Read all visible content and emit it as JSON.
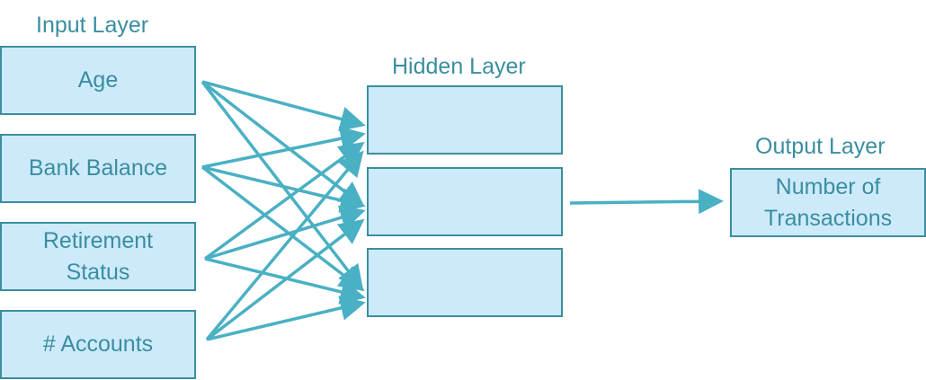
{
  "input_layer": {
    "title": "Input Layer",
    "nodes": [
      {
        "label": [
          "Age"
        ]
      },
      {
        "label": [
          "Bank Balance"
        ]
      },
      {
        "label": [
          "Retirement",
          "Status"
        ]
      },
      {
        "label": [
          "# Accounts"
        ]
      }
    ]
  },
  "hidden_layer": {
    "title": "Hidden Layer",
    "nodes": [
      {
        "label": []
      },
      {
        "label": []
      },
      {
        "label": []
      }
    ]
  },
  "output_layer": {
    "title": "Output Layer",
    "nodes": [
      {
        "label": [
          "Number of",
          "Transactions"
        ]
      }
    ]
  },
  "colors": {
    "node_fill": "#cdeafb",
    "node_border": "#3a8e9f",
    "text": "#3a8e9f",
    "arrow": "#4ab0c4"
  }
}
